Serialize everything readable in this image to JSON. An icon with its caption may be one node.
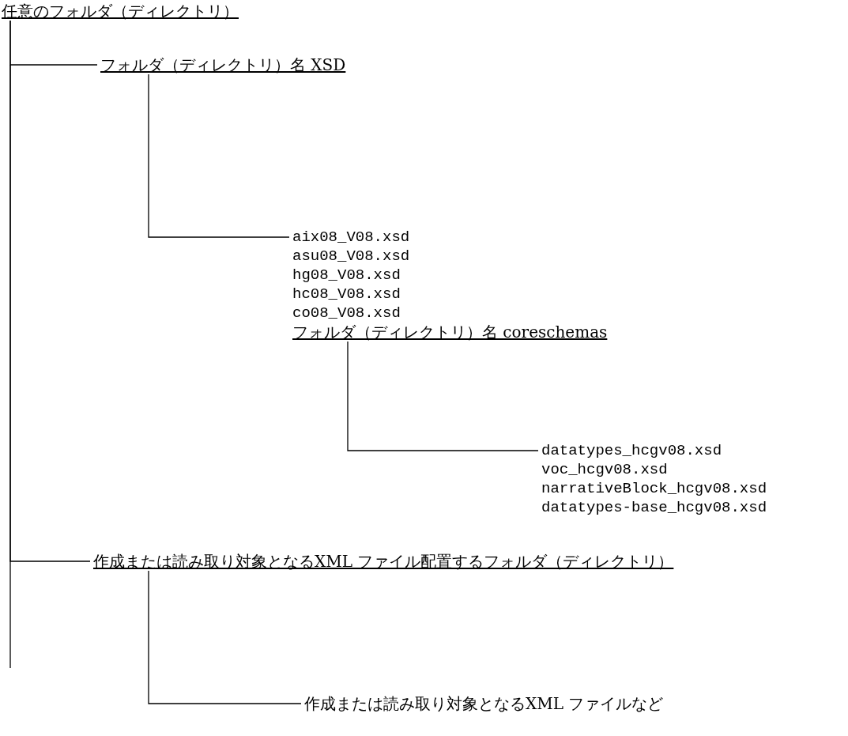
{
  "diagram": {
    "nodes": [
      {
        "text": [
          "任意のフォルダ（ディレクトリ）"
        ]
      },
      {
        "text": [
          "フォルダ（ディレクトリ）名 XSD"
        ]
      },
      {
        "text": [
          "aix08_V08.xsd",
          "asu08_V08.xsd",
          "hg08_V08.xsd",
          "hc08_V08.xsd",
          "co08_V08.xsd"
        ]
      },
      {
        "text": [
          "フォルダ（ディレクトリ）名 coreschemas"
        ]
      },
      {
        "text": [
          "datatypes_hcgv08.xsd",
          "voc_hcgv08.xsd",
          "narrativeBlock_hcgv08.xsd",
          "datatypes-base_hcgv08.xsd"
        ]
      },
      {
        "text": [
          "作成または読み取り対象となるXML ファイル配置するフォルダ（ディレクトリ）"
        ]
      },
      {
        "text": [
          "作成または読み取り対象となるXML ファイルなど"
        ]
      }
    ],
    "edges": [
      {
        "from": 0,
        "to": 1,
        "arrow": "none"
      },
      {
        "from": 1,
        "to": 2,
        "arrow": "none"
      },
      {
        "from": 3,
        "to": 4,
        "arrow": "none"
      },
      {
        "from": 0,
        "to": 5,
        "arrow": "none"
      },
      {
        "from": 5,
        "to": 6,
        "arrow": "none"
      }
    ]
  }
}
